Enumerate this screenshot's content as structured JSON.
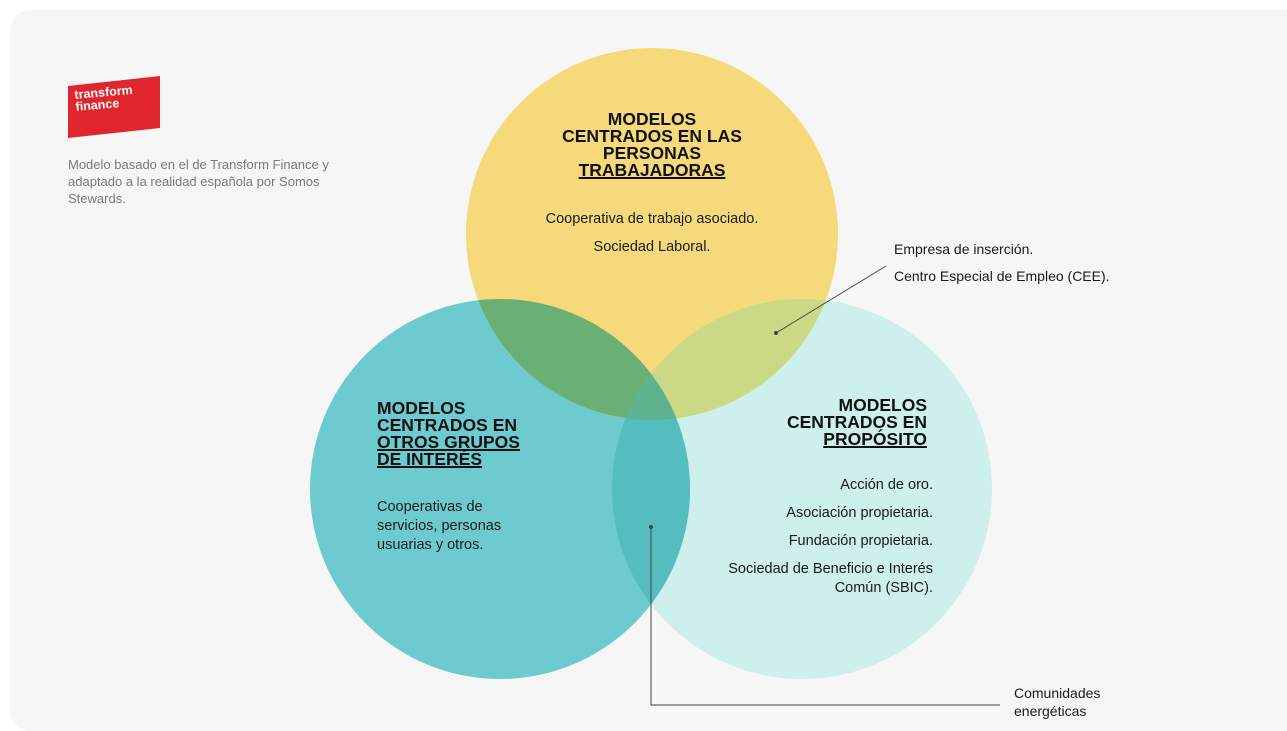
{
  "logo": {
    "line1": "transform",
    "line2": "finance",
    "color": "#e0252c"
  },
  "intro_text": "Modelo basado en el de Transform Finance y adaptado a la realidad española por Somos Stewards.",
  "circles": {
    "workers": {
      "color": "#f5d97a",
      "title": [
        "MODELOS",
        "CENTRADOS EN LAS",
        "PERSONAS",
        "TRABAJADORAS"
      ],
      "items": [
        "Cooperativa de trabajo asociado.",
        "Sociedad Laboral."
      ]
    },
    "stakeholders": {
      "color": "#6dcbcf",
      "title": [
        "MODELOS",
        "CENTRADOS EN",
        "OTROS GRUPOS",
        "DE INTERÉS"
      ],
      "items": [
        "Cooperativas de servicios, personas usuarias y otros."
      ]
    },
    "purpose": {
      "color": "#cdf0ec",
      "title": [
        "MODELOS",
        "CENTRADOS EN",
        "PROPÓSITO"
      ],
      "items": [
        "Acción de oro.",
        "Asociación propietaria.",
        "Fundación propietaria.",
        "Sociedad de Beneficio e Interés Común (SBIC)."
      ]
    }
  },
  "overlaps": {
    "workers_stakeholders": "#6aaf74",
    "workers_purpose": "#cbd986",
    "stakeholders_purpose": "#55bcbf",
    "all": "#5fb28e"
  },
  "callouts": {
    "workers_purpose": [
      "Empresa de inserción.",
      "Centro Especial de Empleo (CEE)."
    ],
    "stakeholders_purpose": [
      "Comunidades",
      "energéticas"
    ]
  }
}
